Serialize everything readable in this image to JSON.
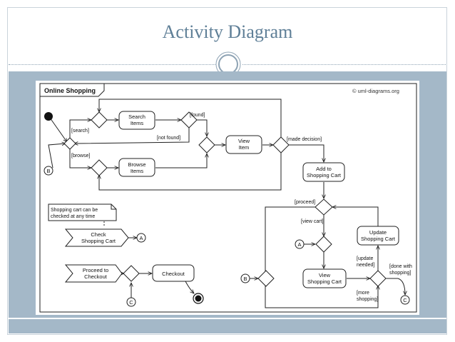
{
  "slide": {
    "title": "Activity Diagram"
  },
  "diagram": {
    "frame_label": "Online Shopping",
    "copyright": "© uml-diagrams.org",
    "actions": {
      "search_items": [
        "Search",
        "Items"
      ],
      "browse_items": [
        "Browse",
        "Items"
      ],
      "view_item": [
        "View",
        "Item"
      ],
      "add_to_cart": [
        "Add to",
        "Shopping Cart"
      ],
      "update_cart": [
        "Update",
        "Shopping Cart"
      ],
      "view_cart": [
        "View",
        "Shopping Cart"
      ],
      "checkout": "Checkout"
    },
    "signals": {
      "check_cart": [
        "Check",
        "Shopping Cart"
      ],
      "proceed_checkout": [
        "Proceed to",
        "Checkout"
      ]
    },
    "note": [
      "Shopping cart can be",
      "checked at any time"
    ],
    "guards": {
      "search": "[search]",
      "browse": "[browse]",
      "found": "[found]",
      "not_found": "[not found]",
      "made_decision": "[made decision]",
      "proceed": "[proceed]",
      "view_cart": "[view cart]",
      "update_needed": [
        "[update",
        "needed]"
      ],
      "done_with_shopping": [
        "[done with",
        "shopping]"
      ],
      "more_shopping": [
        "[more",
        "shopping]"
      ]
    },
    "connectors": {
      "a": "A",
      "b": "B",
      "c": "C"
    }
  }
}
